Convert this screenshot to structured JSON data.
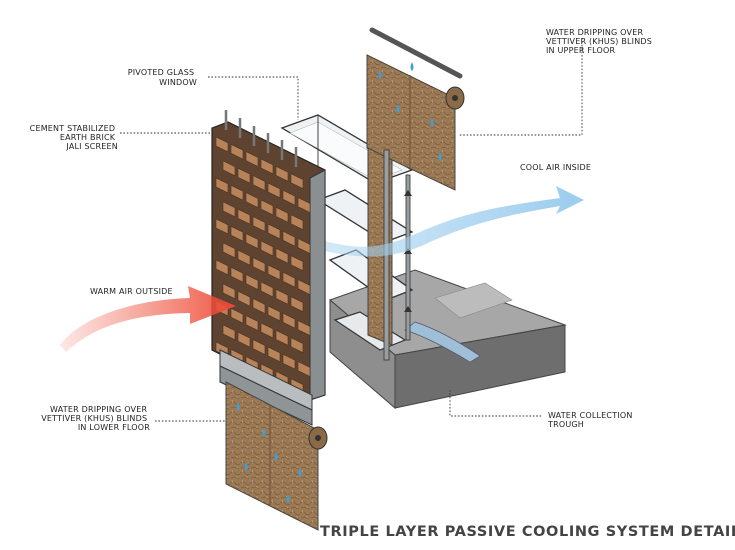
{
  "labels": {
    "pivoted_glass": [
      "PIVOTED GLASS",
      "WINDOW"
    ],
    "cement_screen": [
      "CEMENT STABILIZED",
      "EARTH BRICK",
      "JALI SCREEN"
    ],
    "warm_air": "WARM AIR OUTSIDE",
    "cool_air": "COOL AIR INSIDE",
    "upper_blinds": [
      "WATER DRIPPING OVER",
      "VETTIVER (KHUS) BLINDS",
      "IN UPPER FLOOR"
    ],
    "lower_blinds": [
      "WATER DRIPPING OVER",
      "VETTIVER (KHUS) BLINDS",
      "IN LOWER FLOOR"
    ],
    "trough": [
      "WATER COLLECTION",
      "TROUGH"
    ]
  },
  "title": "TRIPLE LAYER PASSIVE COOLING SYSTEM DETAIL",
  "colors": {
    "brick": "#b88358",
    "brick_dark": "#6b4a33",
    "mat": "#9b7a55",
    "water": "#3f9fd8",
    "warm_air": "#ef6350",
    "cool_air": "#a9d3ef",
    "concrete": "#7e7e7e",
    "steel": "#b8bcbf"
  }
}
